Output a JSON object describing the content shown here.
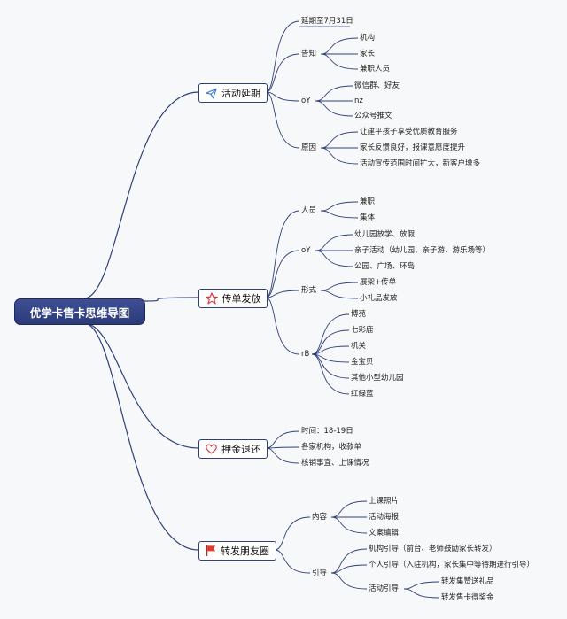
{
  "root": {
    "title": "优学卡售卡思维导图"
  },
  "branches": [
    {
      "label": "活动延期",
      "icon": "paper-plane-icon",
      "children": [
        {
          "label": "延期至7月31日"
        },
        {
          "label": "告知",
          "children": [
            {
              "label": "机构"
            },
            {
              "label": "家长"
            },
            {
              "label": "兼职人员"
            }
          ]
        },
        {
          "label": "oY",
          "children": [
            {
              "label": "微信群、好友"
            },
            {
              "label": "nz"
            },
            {
              "label": "公众号推文"
            }
          ]
        },
        {
          "label": "原因",
          "children": [
            {
              "label": "让建平孩子享受优质教育服务"
            },
            {
              "label": "家长反馈良好，报课意愿度提升"
            },
            {
              "label": "活动宣传范围时间扩大，新客户增多"
            }
          ]
        }
      ]
    },
    {
      "label": "传单发放",
      "icon": "star-icon",
      "children": [
        {
          "label": "人员",
          "children": [
            {
              "label": "兼职"
            },
            {
              "label": "集体"
            }
          ]
        },
        {
          "label": "oY",
          "children": [
            {
              "label": "幼儿园放学、放假"
            },
            {
              "label": "亲子活动（幼儿园、亲子游、游乐场等）"
            },
            {
              "label": "公园、广场、环岛"
            }
          ]
        },
        {
          "label": "形式",
          "children": [
            {
              "label": "展架+传单"
            },
            {
              "label": "小礼品发放"
            }
          ]
        },
        {
          "label": "rB",
          "children": [
            {
              "label": "博苑"
            },
            {
              "label": "七彩鹿"
            },
            {
              "label": "机关"
            },
            {
              "label": "金宝贝"
            },
            {
              "label": "其他小型幼儿园"
            },
            {
              "label": "红绿蓝"
            }
          ]
        }
      ]
    },
    {
      "label": "押金退还",
      "icon": "heart-icon",
      "children": [
        {
          "label": "时间：18-19日"
        },
        {
          "label": "各家机构，收款单"
        },
        {
          "label": "核销事宜、上课情况"
        }
      ]
    },
    {
      "label": "转发朋友圈",
      "icon": "flag-icon",
      "children": [
        {
          "label": "内容",
          "children": [
            {
              "label": "上课照片"
            },
            {
              "label": "活动海报"
            },
            {
              "label": "文案编辑"
            }
          ]
        },
        {
          "label": "引导",
          "children": [
            {
              "label": "机构引导（前台、老师鼓励家长转发）"
            },
            {
              "label": "个人引导（入驻机构，家长集中等待期进行引导）"
            },
            {
              "label": "活动引导",
              "children": [
                {
                  "label": "转发集赞送礼品"
                },
                {
                  "label": "转发售卡得奖金"
                }
              ]
            }
          ]
        }
      ]
    }
  ],
  "colors": {
    "root_fill": "#34448a",
    "topic_border": "#2f3f7a",
    "lines": "#2f3f7a",
    "star": "#d9333f",
    "heart": "#d9333f",
    "flag": "#e23a2c",
    "plane": "#3a78c9"
  }
}
